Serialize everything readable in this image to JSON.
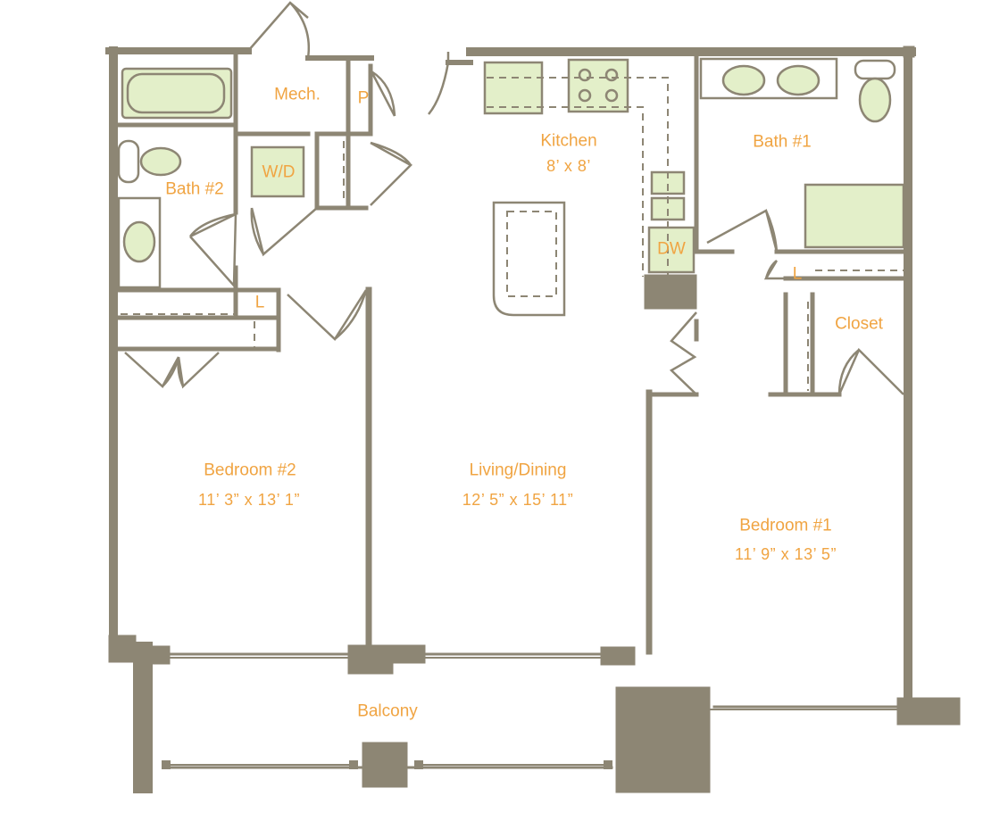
{
  "colors": {
    "wall": "#8d8674",
    "fixture_fill": "#e3efc9",
    "fixture_stroke": "#8d8674",
    "label": "#f0a442",
    "background": "#ffffff"
  },
  "rooms": {
    "mech": {
      "name": "Mech."
    },
    "pantry": {
      "name": "P"
    },
    "washer_dryer": {
      "name": "W/D"
    },
    "bath2": {
      "name": "Bath #2"
    },
    "linen2": {
      "name": "L"
    },
    "kitchen": {
      "name": "Kitchen",
      "dims": "8’ x 8’"
    },
    "dishwasher": {
      "name": "DW"
    },
    "bath1": {
      "name": "Bath #1"
    },
    "linen1": {
      "name": "L"
    },
    "closet": {
      "name": "Closet"
    },
    "bedroom2": {
      "name": "Bedroom #2",
      "dims": "11’ 3” x 13’ 1”"
    },
    "living": {
      "name": "Living/Dining",
      "dims": "12’ 5” x 15’ 11”"
    },
    "bedroom1": {
      "name": "Bedroom #1",
      "dims": "11’ 9” x 13’ 5”"
    },
    "balcony": {
      "name": "Balcony"
    }
  }
}
